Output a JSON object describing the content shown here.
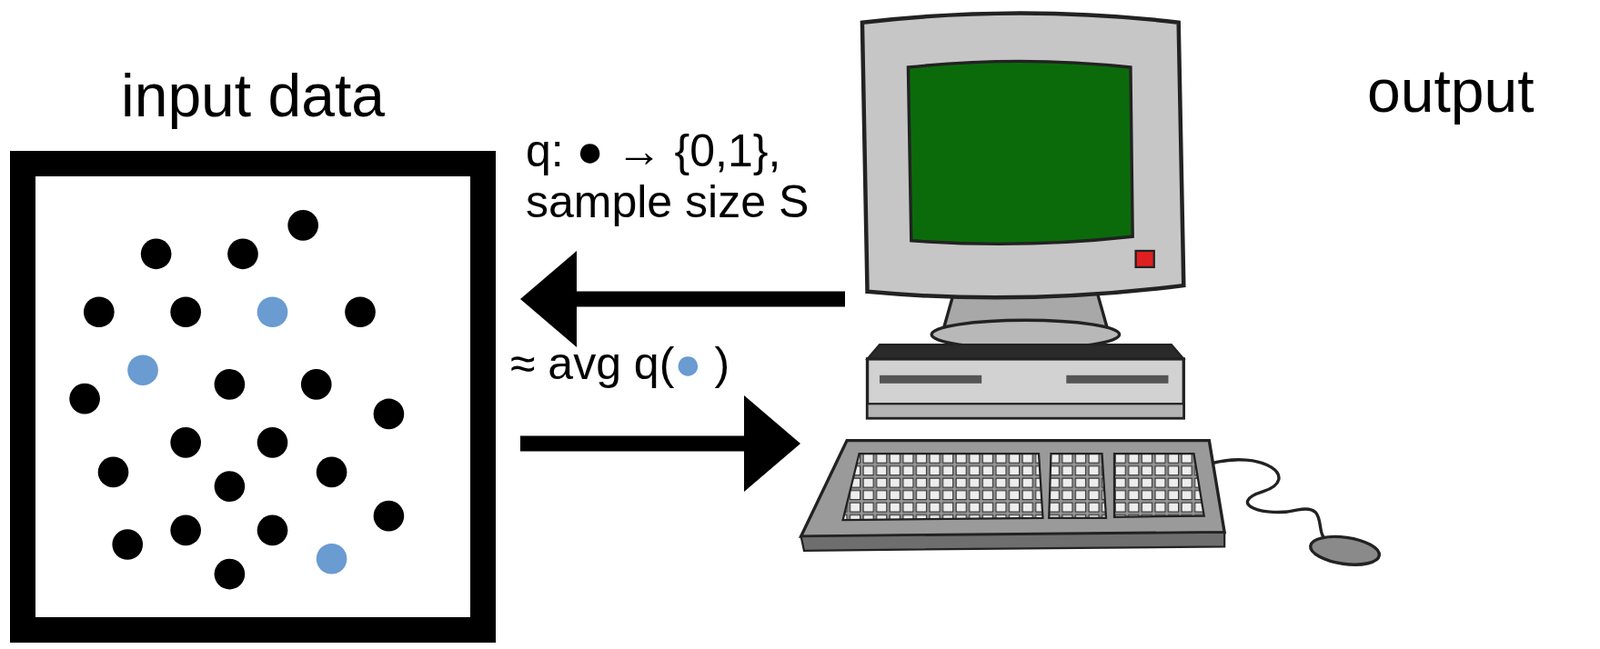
{
  "diagram": {
    "nodes": [
      {
        "text": [
          "input data"
        ]
      },
      {
        "text": [
          "output"
        ]
      }
    ],
    "edges": [
      {
        "from": 1,
        "to": 0,
        "arrow": "to",
        "label": "q: ● → {0,1}, sample size S"
      },
      {
        "from": 0,
        "to": 1,
        "arrow": "to",
        "label": "≈ avg q(● )"
      }
    ]
  }
}
